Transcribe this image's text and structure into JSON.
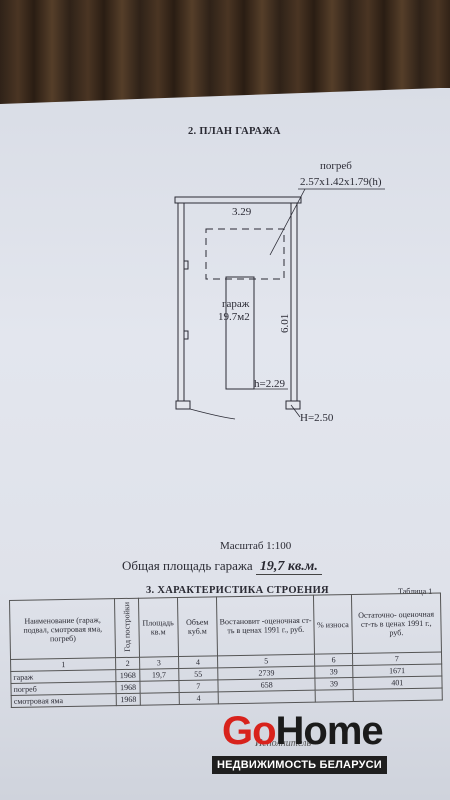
{
  "plan_section": {
    "title": "2. ПЛАН ГАРАЖА",
    "cellar_label": "погреб",
    "cellar_dims": "2.57x1.42x1.79(h)",
    "width_dim": "3.29",
    "length_dim": "6.01",
    "room_name": "гараж",
    "room_area": "19.7м2",
    "pit_height": "h=2.29",
    "door_height": "H=2.50"
  },
  "scale_text": "Масштаб 1:100",
  "total_area": {
    "label": "Общая площадь гаража",
    "value": "19,7 кв.м."
  },
  "spec_section": {
    "title": "3. ХАРАКТЕРИСТИКА СТРОЕНИЯ",
    "table_label": "Таблица 1",
    "headers": [
      "Наименование (гараж, подвал, смотровая яма, погреб)",
      "Год постройки",
      "Площадь кв.м",
      "Объем куб.м",
      "Востановит -оценочная ст-ть в ценах 1991 г., руб.",
      "% износа",
      "Остаточно- оценочная ст-ть в ценах 1991 г., руб."
    ],
    "numbers": [
      "1",
      "2",
      "3",
      "4",
      "5",
      "6",
      "7"
    ],
    "rows": [
      [
        "гараж",
        "1968",
        "19,7",
        "55",
        "2739",
        "39",
        "1671"
      ],
      [
        "погреб",
        "1968",
        "",
        "7",
        "658",
        "39",
        "401"
      ],
      [
        "смотровая яма",
        "1968",
        "",
        "4",
        "",
        "",
        ""
      ]
    ]
  },
  "watermark": {
    "logo_go": "Go",
    "logo_home": "Home",
    "subtitle": "НЕДВИЖИМОСТЬ БЕЛАРУСИ"
  },
  "footer_partial": "Исполнитель"
}
